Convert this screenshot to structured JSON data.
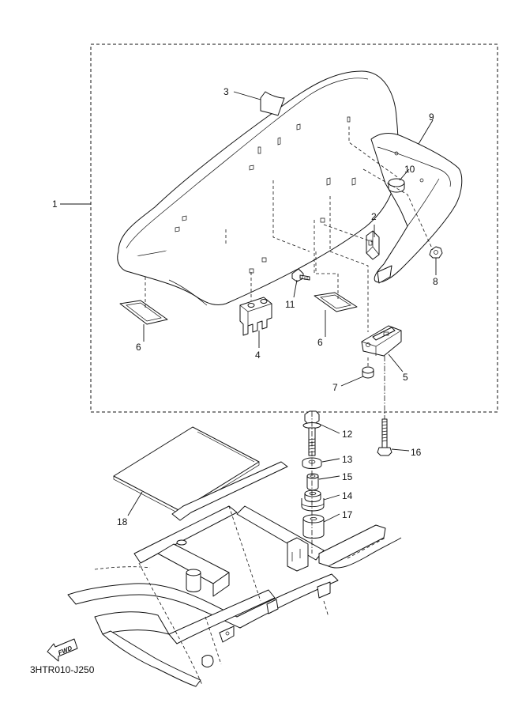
{
  "diagram": {
    "code": "3HTR010-J250",
    "fwd_label": "FWD",
    "callouts": [
      "1",
      "2",
      "3",
      "4",
      "5",
      "6",
      "6",
      "7",
      "8",
      "9",
      "10",
      "11",
      "12",
      "13",
      "14",
      "15",
      "16",
      "17",
      "18"
    ]
  }
}
